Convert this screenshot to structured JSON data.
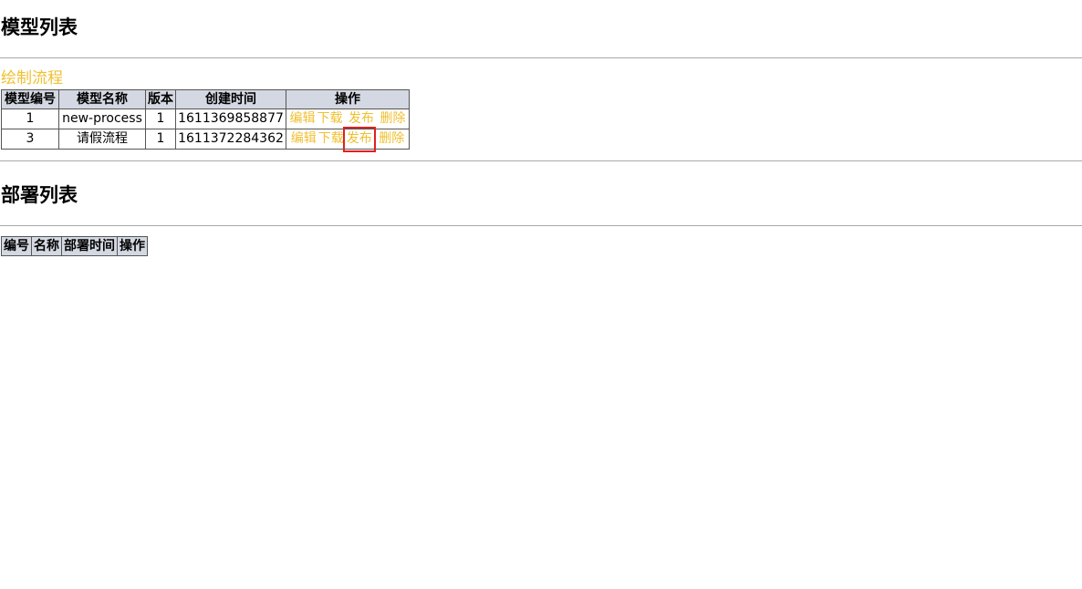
{
  "model_section": {
    "title": "模型列表",
    "draw_link": "绘制流程",
    "columns": [
      "模型编号",
      "模型名称",
      "版本",
      "创建时间",
      "操作"
    ],
    "rows": [
      {
        "id": "1",
        "name": "new-process",
        "version": "1",
        "created": "1611369858877"
      },
      {
        "id": "3",
        "name": "请假流程",
        "version": "1",
        "created": "1611372284362"
      }
    ],
    "actions": {
      "edit": "编辑",
      "download": "下载",
      "publish": "发布",
      "delete": "删除"
    }
  },
  "deploy_section": {
    "title": "部署列表",
    "columns": [
      "编号",
      "名称",
      "部署时间",
      "操作"
    ]
  },
  "colors": {
    "link": "#f0c030",
    "header_bg": "#d4d8e2",
    "highlight": "#e02020"
  }
}
